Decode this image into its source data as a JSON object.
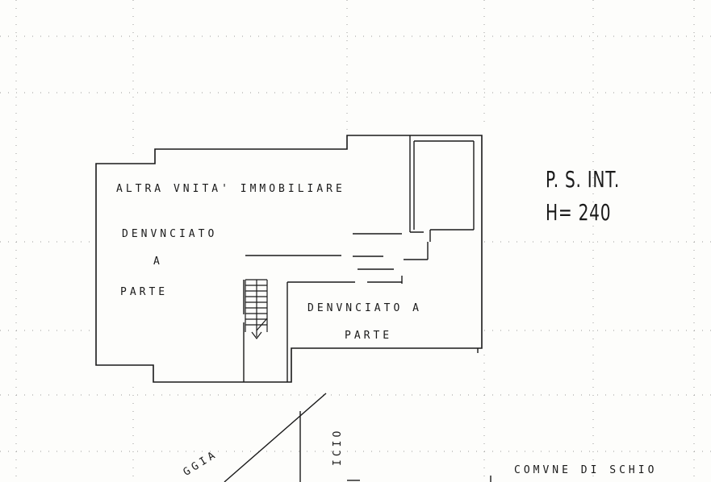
{
  "rooms": {
    "altra_unita": "ALTRA VNITA' IMMOBILIARE",
    "denunciato_left_line1": "DENVNCIATO",
    "denunciato_left_line2": "A",
    "denunciato_left_line3": "PARTE",
    "denunciato_right_line1": "DENVNCIATO A",
    "denunciato_right_line2": "PARTE"
  },
  "annotation": {
    "floor": "P. S. INT.",
    "height": "H= 240"
  },
  "footer": {
    "comune": "COMVNE DI SCHIO",
    "diagonal_text": "GGIA",
    "vertical_text": "ICIO"
  }
}
